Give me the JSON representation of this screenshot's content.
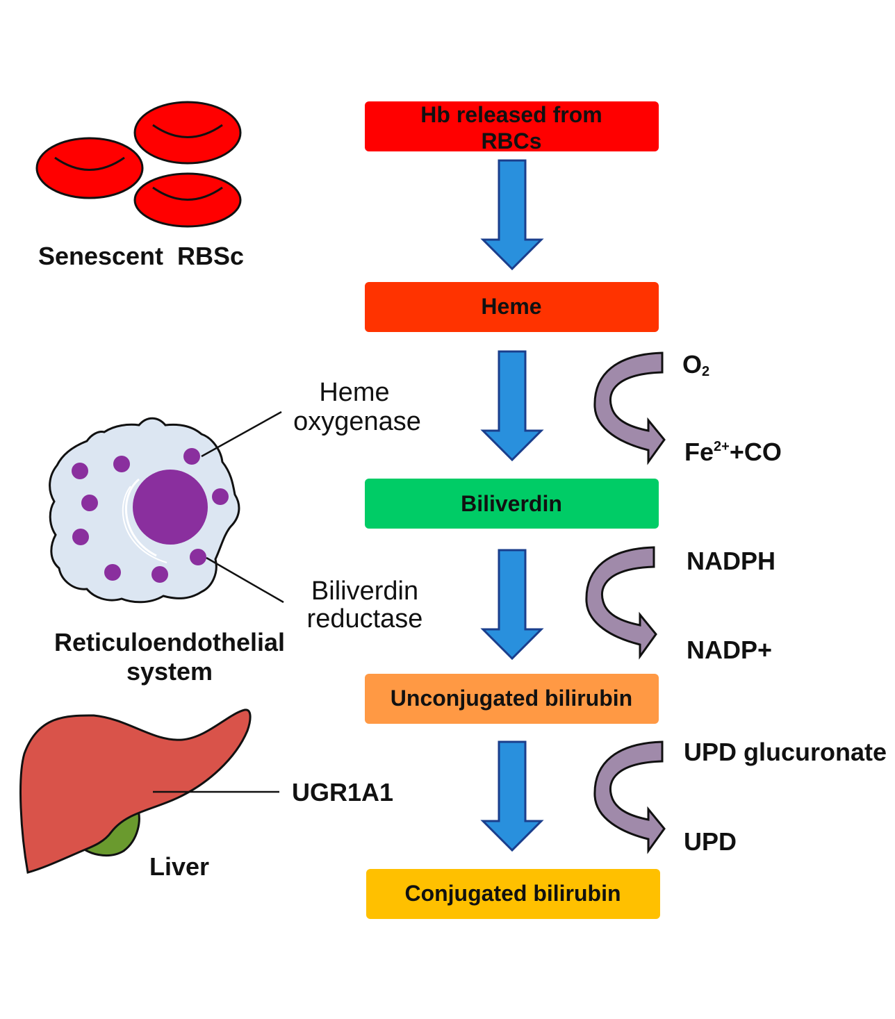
{
  "steps": [
    {
      "line1": "Hb released from",
      "line2": "RBCs",
      "color": "#FF0000"
    },
    {
      "label": "Heme",
      "color": "#FF3300"
    },
    {
      "label": "Biliverdin",
      "color": "#00CC66"
    },
    {
      "label": "Unconjugated bilirubin",
      "color": "#FF9944"
    },
    {
      "label": "Conjugated bilirubin",
      "color": "#FFC000"
    }
  ],
  "side_labels": {
    "rbcs": "Senescent  RBSc",
    "res_line1": "Reticuloendothelial",
    "res_line2": "system",
    "liver": "Liver"
  },
  "enzymes": {
    "heme_oxygenase_line1": "Heme",
    "heme_oxygenase_line2": "oxygenase",
    "biliverdin_reductase_line1": "Biliverdin",
    "biliverdin_reductase_line2": "reductase",
    "ugt": "UGR1A1"
  },
  "cofactors": {
    "step1_in_base": "O",
    "step1_in_sub": "2",
    "step1_out_base": "Fe",
    "step1_out_sup": "2+",
    "step1_out_rest": "+CO",
    "step2_in": "NADPH",
    "step2_out": "NADP+",
    "step3_in": "UPD glucuronate",
    "step3_out": "UPD"
  },
  "colors": {
    "rbc": "#FF0000",
    "down_arrow": "#2990DD",
    "side_arrow": "#A08AAA",
    "cell_body": "#DCE6F2",
    "granule": "#8A2F9E",
    "liver": "#D9534A",
    "gallbladder": "#6A9A2E"
  }
}
